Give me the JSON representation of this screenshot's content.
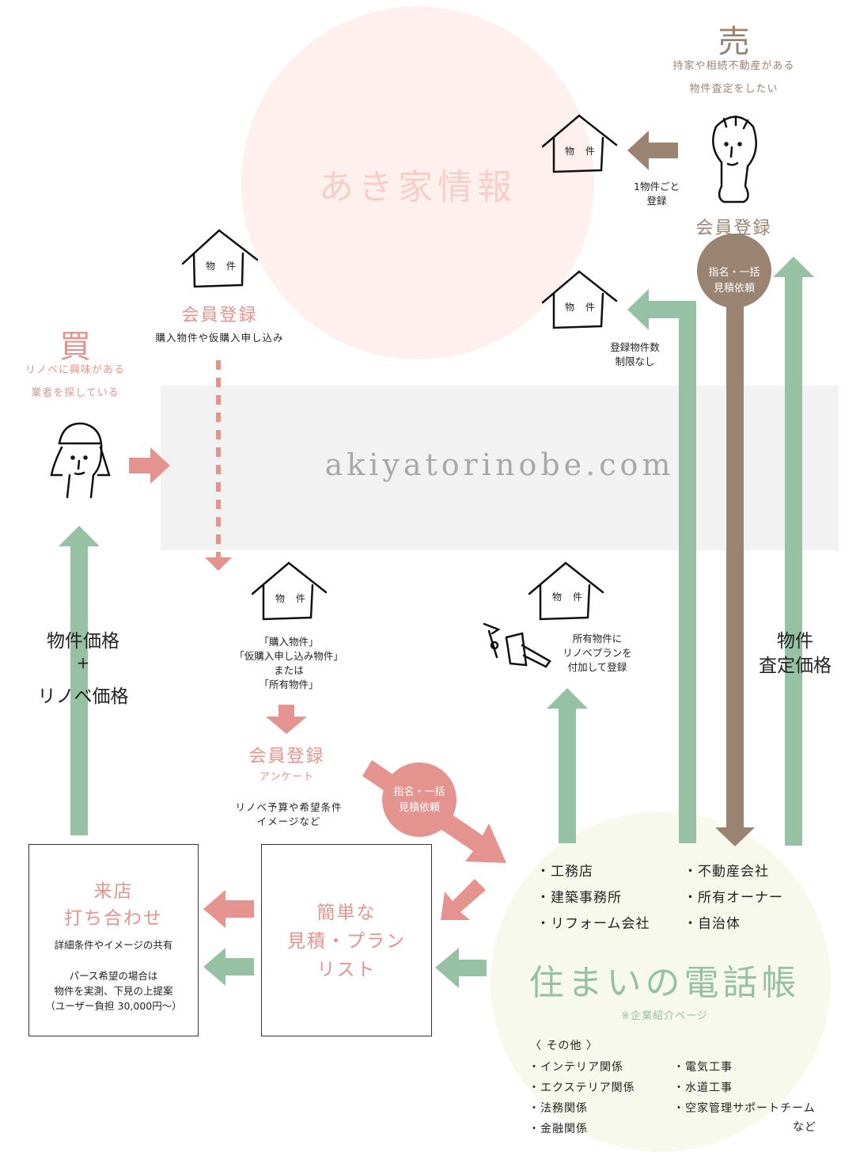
{
  "colors": {
    "pink": "#e5938e",
    "green": "#97c1a4",
    "brown": "#9a8370",
    "band": "#f2f2f2",
    "akiya_circle": "#fdf0ee",
    "phonebook_circle": "#f6f9ec"
  },
  "akiya": {
    "title": "あき家情報"
  },
  "site": {
    "url": "akiyatorinobe.com"
  },
  "sell": {
    "kanji": "売",
    "desc1": "持家や相続不動産がある",
    "desc2": "物件査定をしたい",
    "register": "会員登録",
    "per_property1": "1物件ごと",
    "per_property2": "登録",
    "nomination1": "指名・一括",
    "nomination2": "見積依頼",
    "unlimited1": "登録物件数",
    "unlimited2": "制限なし",
    "appraisal1": "物件",
    "appraisal2": "査定価格"
  },
  "buy": {
    "kanji": "買",
    "desc1": "リノベに興味がある",
    "desc2": "業者を探している",
    "register": "会員登録",
    "register_desc": "購入物件や仮購入申し込み",
    "price1": "物件価格",
    "plus": "+",
    "price2": "リノベ価格"
  },
  "house_label": "物 件",
  "middle": {
    "line1": "「購入物件」",
    "line2": "「仮購入申し込み物件」",
    "line3": "または",
    "line4": "「所有物件」",
    "register": "会員登録",
    "survey": "アンケート",
    "survey_desc1": "リノベ予算や希望条件",
    "survey_desc2": "イメージなど",
    "nomination1": "指名・一括",
    "nomination2": "見積依頼"
  },
  "owned": {
    "line1": "所有物件に",
    "line2": "リノベプランを",
    "line3": "付加して登録"
  },
  "visit_box": {
    "title1": "来店",
    "title2": "打ち合わせ",
    "desc": "詳細条件やイメージの共有",
    "note1": "パース希望の場合は",
    "note2": "物件を実測、下見の上提案",
    "note3": "（ユーザー負担  30,000円～）"
  },
  "plan_box": {
    "line1": "簡単な",
    "line2": "見積・プラン",
    "line3": "リスト"
  },
  "phonebook": {
    "title": "住まいの電話帳",
    "note": "※企業紹介ページ",
    "col1": [
      "・工務店",
      "・建築事務所",
      "・リフォーム会社"
    ],
    "col2": [
      "・不動産会社",
      "・所有オーナー",
      "・自治体"
    ],
    "other_header": "〈 その他 〉",
    "other_col1": [
      "・インテリア関係",
      "・エクステリア関係",
      "・法務関係",
      "・金融関係"
    ],
    "other_col2": [
      "・電気工事",
      "・水道工事",
      "・空家管理サポートチーム"
    ],
    "etc": "など"
  }
}
